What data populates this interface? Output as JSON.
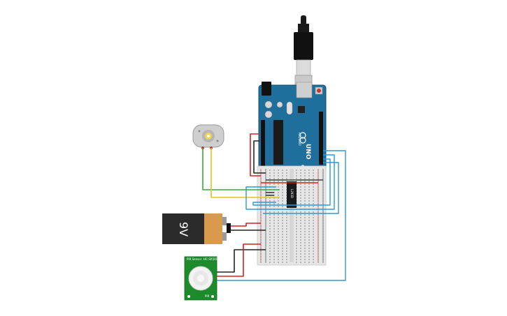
{
  "colors": {
    "arduino_blue": "#1f6f9c",
    "breadboard": "#e6e6e6",
    "wire_red": "#d32020",
    "wire_black": "#222222",
    "wire_blue": "#2a9ad6",
    "wire_green": "#3aa83a",
    "wire_yellow": "#e6c219",
    "pir_green": "#1d8a2c",
    "battery_copper": "#d99a4e",
    "battery_black": "#2b2b2b"
  },
  "arduino": {
    "brand": "ARDUINO",
    "model": "UNO",
    "icon": "infinity-logo-icon"
  },
  "battery": {
    "label": "9V"
  },
  "chip": {
    "label": "L293D"
  },
  "pir": {
    "top_left": "PIR Sensor",
    "top_right": "HC-SR501",
    "bottom_right": "PIR"
  },
  "motor": {
    "icon": "dc-motor-icon"
  },
  "usb": {
    "icon": "usb-cable-icon"
  }
}
